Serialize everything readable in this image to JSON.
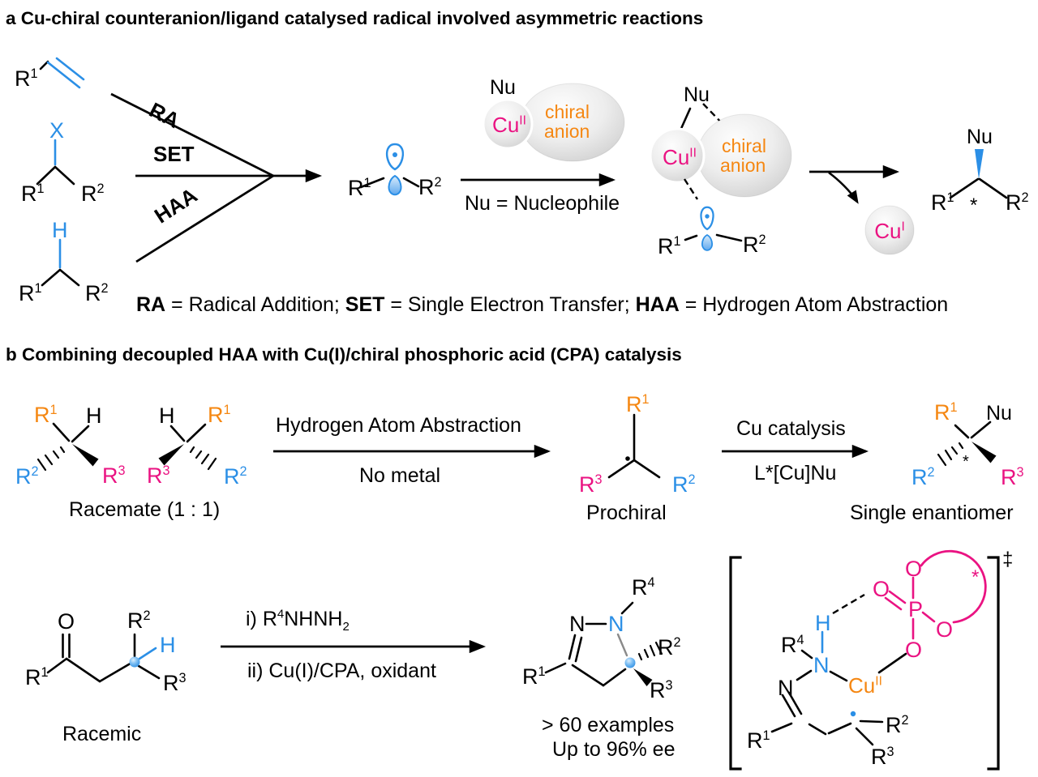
{
  "colors": {
    "blue": "#2B8FE6",
    "pink": "#EA1382",
    "orange": "#F58712",
    "black": "#000000"
  },
  "atoms": {
    "r1": {
      "base": "R",
      "sup": "1"
    },
    "r2": {
      "base": "R",
      "sup": "2"
    },
    "r3": {
      "base": "R",
      "sup": "3"
    },
    "r4": {
      "base": "R",
      "sup": "4"
    },
    "x": "X",
    "h": "H",
    "o": "O",
    "n": "N",
    "p": "P",
    "nu": "Nu",
    "star": "*",
    "cu2": {
      "base": "Cu",
      "sup": "II"
    },
    "cu1": {
      "base": "Cu",
      "sup": "I"
    }
  },
  "panel_a": {
    "title": "a Cu-chiral counteranion/ligand catalysed radical involved asymmetric reactions",
    "pathways": {
      "ra": "RA",
      "set": "SET",
      "haa": "HAA"
    },
    "nu_definition": "Nu = Nucleophile",
    "chiral_anion": {
      "line1": "chiral",
      "line2": "anion"
    },
    "legend": {
      "ra": "RA",
      "ra_def": " = Radical Addition; ",
      "set": "SET",
      "set_def": " = Single Electron Transfer; ",
      "haa": "HAA",
      "haa_def": " = Hydrogen Atom Abstraction"
    }
  },
  "panel_b": {
    "title": "b Combining decoupled HAA with Cu(I)/chiral phosphoric acid (CPA) catalysis",
    "racemate_caption": "Racemate (1 : 1)",
    "haa_arrow": {
      "top": "Hydrogen Atom Abstraction",
      "bottom": "No metal"
    },
    "prochiral_caption": "Prochiral",
    "cu_arrow": {
      "top": "Cu catalysis",
      "bottom": "L*[Cu]Nu"
    },
    "product_caption": "Single enantiomer",
    "racemic_caption": "Racemic",
    "conditions": {
      "step1_pre": "i) R",
      "step1_sup": "4",
      "step1_mid": "NHNH",
      "step1_sub": "2",
      "step2": "ii) Cu(I)/CPA, oxidant"
    },
    "results": {
      "line1": "> 60 examples",
      "line2": "Up to 96% ee"
    },
    "ts_dagger": "‡"
  }
}
